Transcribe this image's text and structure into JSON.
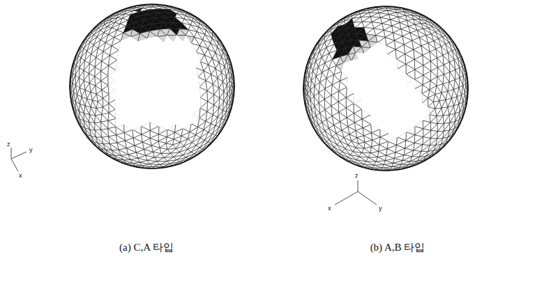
{
  "diagram": {
    "labels": [
      "z",
      "y",
      "x",
      "z",
      "x",
      "y",
      "(a) C,A 타입",
      "(b) A,B 타입"
    ]
  }
}
